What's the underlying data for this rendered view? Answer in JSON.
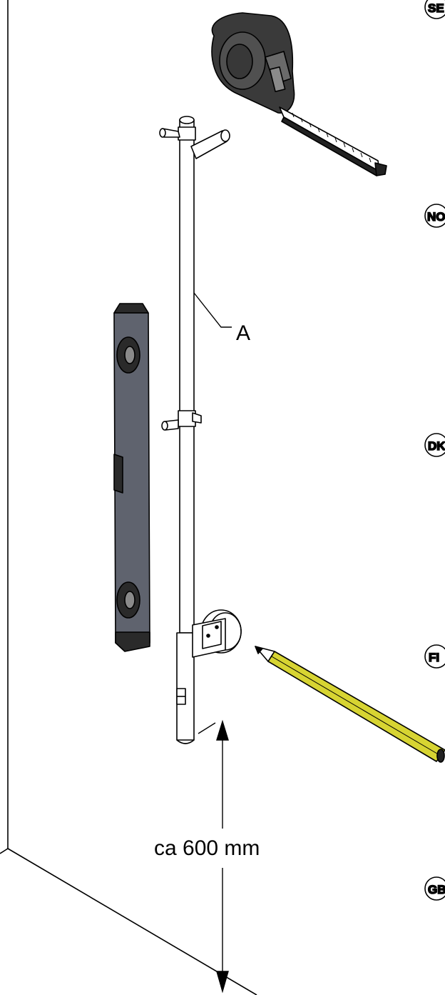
{
  "labels": {
    "part_a": "A",
    "height": "ca 600 mm"
  },
  "lang_badges": [
    "SE",
    "NO",
    "DK",
    "FI",
    "GB"
  ],
  "colors": {
    "ink": "#000000",
    "level_body": "#5f636e",
    "level_cap": "#2a2a2a",
    "tape_body": "#333333",
    "pencil_body": "#d7d432"
  }
}
